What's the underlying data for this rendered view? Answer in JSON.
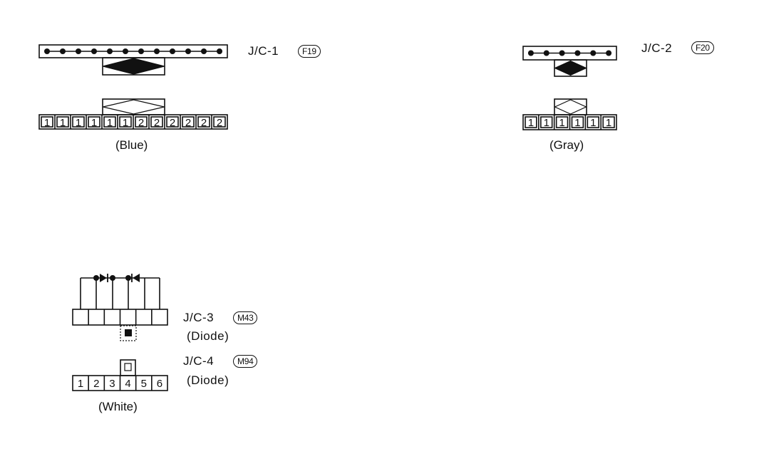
{
  "connectors": {
    "jc1": {
      "title": "J/C-1",
      "badge": "F19",
      "color_label": "(Blue)",
      "pins": [
        "1",
        "1",
        "1",
        "1",
        "1",
        "1",
        "2",
        "2",
        "2",
        "2",
        "2",
        "2"
      ],
      "pin_count": 12
    },
    "jc2": {
      "title": "J/C-2",
      "badge": "F20",
      "color_label": "(Gray)",
      "pins": [
        "1",
        "1",
        "1",
        "1",
        "1",
        "1"
      ],
      "pin_count": 6
    },
    "jc3": {
      "title": "J/C-3",
      "badge": "M43",
      "type_label": "(Diode)"
    },
    "jc4": {
      "title": "J/C-4",
      "badge": "M94",
      "type_label": "(Diode)",
      "color_label": "(White)",
      "pins": [
        "1",
        "2",
        "3",
        "4",
        "5",
        "6"
      ]
    }
  },
  "colors": {
    "ink": "#111111",
    "background": "#ffffff"
  }
}
